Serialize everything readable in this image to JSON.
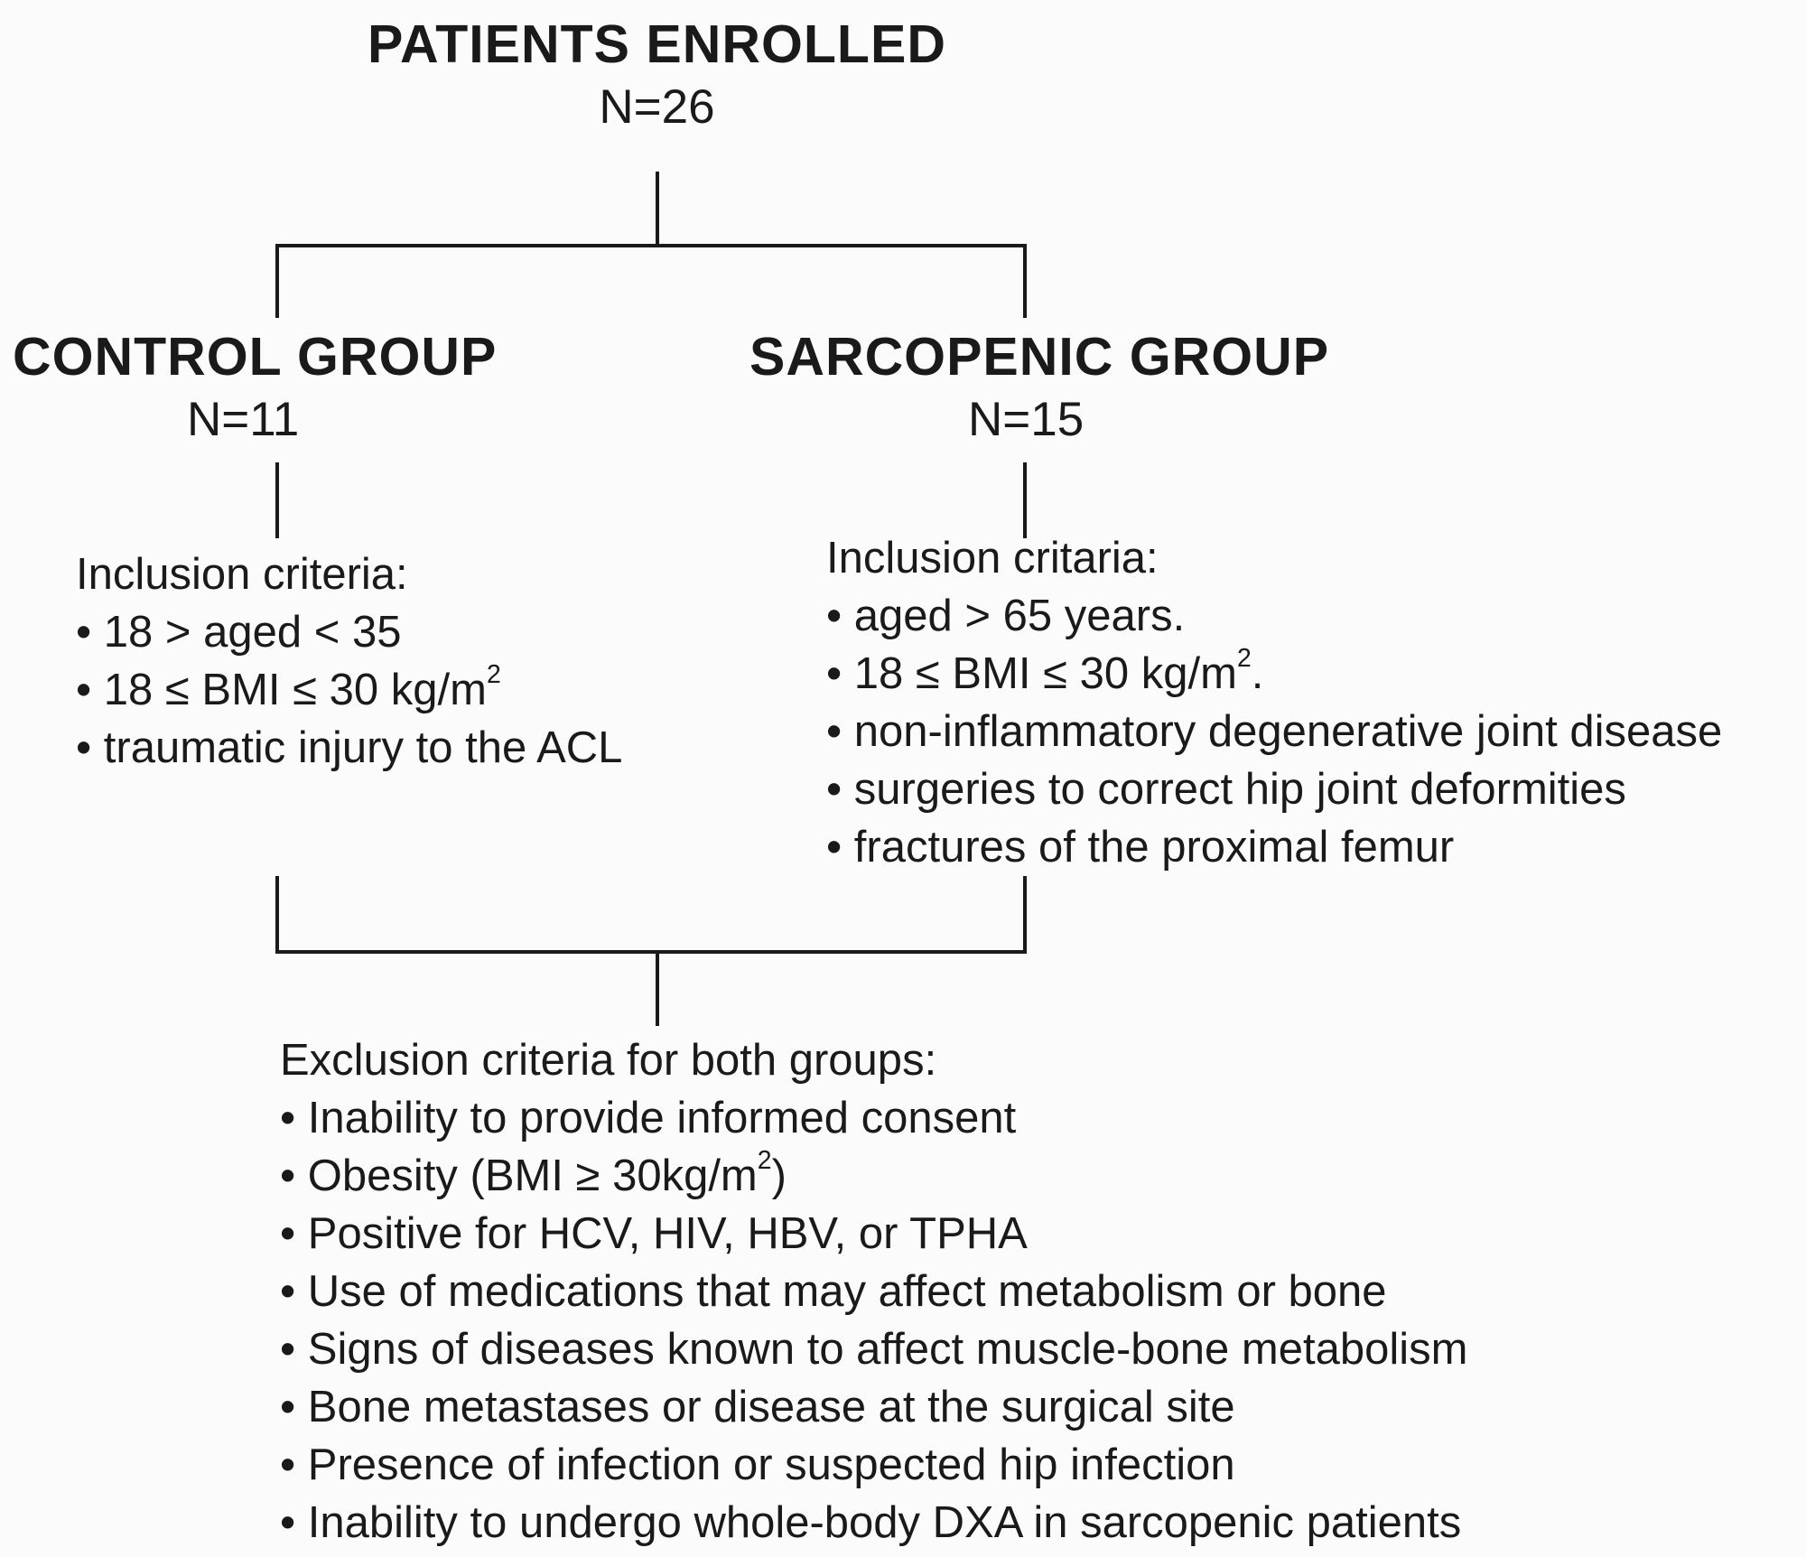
{
  "top": {
    "heading": "PATIENTS ENROLLED",
    "count": "N=26"
  },
  "control": {
    "heading": "CONTROL GROUP",
    "count": "N=11",
    "criteria_title": "Inclusion criteria:",
    "criteria": [
      {
        "text": "18 > aged < 35",
        "sup": "",
        "tail": ""
      },
      {
        "text": "18 ≤ BMI ≤ 30 kg/m",
        "sup": "2",
        "tail": ""
      },
      {
        "text": "traumatic injury to the ACL",
        "sup": "",
        "tail": ""
      }
    ]
  },
  "sarcopenic": {
    "heading": "SARCOPENIC GROUP",
    "count": "N=15",
    "criteria_title": "Inclusion critaria:",
    "criteria": [
      {
        "text": "aged > 65 years.",
        "sup": "",
        "tail": ""
      },
      {
        "text": "18 ≤ BMI ≤ 30 kg/m",
        "sup": "2",
        "tail": "."
      },
      {
        "text": "non-inflammatory degenerative joint disease",
        "sup": "",
        "tail": ""
      },
      {
        "text": "surgeries to correct hip joint deformities",
        "sup": "",
        "tail": ""
      },
      {
        "text": "fractures of the proximal femur",
        "sup": "",
        "tail": ""
      }
    ]
  },
  "exclusion": {
    "title": "Exclusion criteria for both groups:",
    "items": [
      {
        "text": "Inability to provide informed consent",
        "sup": "",
        "tail": ""
      },
      {
        "text": "Obesity (BMI ≥ 30kg/m",
        "sup": "2",
        "tail": ")"
      },
      {
        "text": "Positive for HCV, HIV, HBV, or TPHA",
        "sup": "",
        "tail": ""
      },
      {
        "text": "Use of medications that may affect metabolism or bone",
        "sup": "",
        "tail": ""
      },
      {
        "text": "Signs of diseases known to affect muscle-bone metabolism",
        "sup": "",
        "tail": ""
      },
      {
        "text": "Bone metastases or disease at the surgical site",
        "sup": "",
        "tail": ""
      },
      {
        "text": "Presence of infection or suspected hip infection",
        "sup": "",
        "tail": ""
      },
      {
        "text": "Inability to undergo whole-body DXA in sarcopenic patients",
        "sup": "",
        "tail": ""
      }
    ]
  }
}
